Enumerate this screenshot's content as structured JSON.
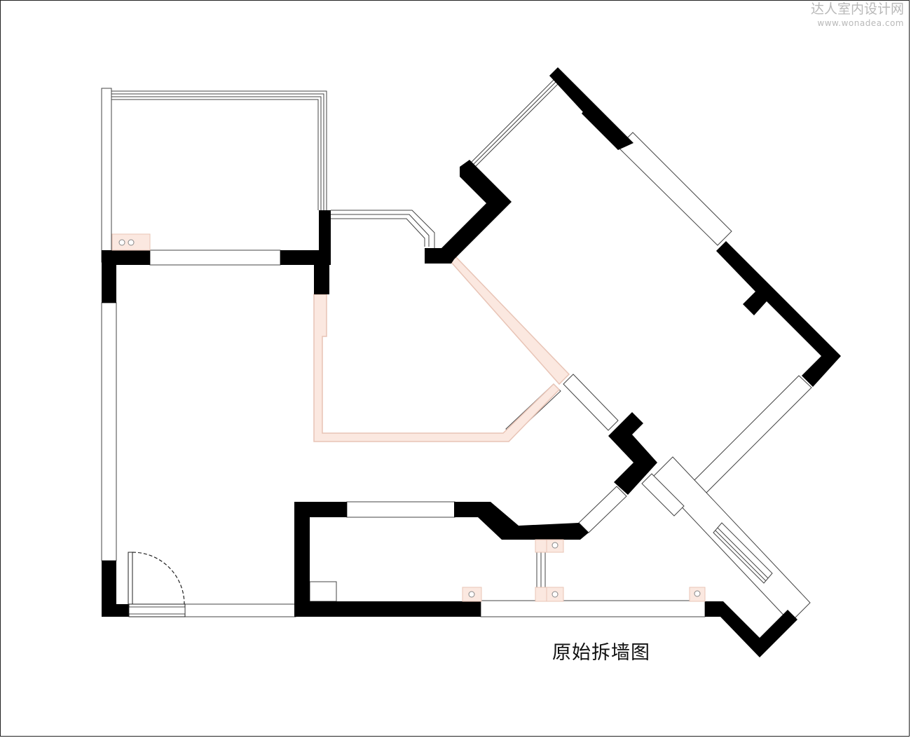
{
  "watermark": {
    "site_name": "达人室内设计网",
    "url": "www.wonadea.com"
  },
  "caption": "原始拆墙图",
  "colors": {
    "wall": "#000000",
    "demolished_wall": "#fbe8e0",
    "demolished_outline": "#e8c4b6",
    "thin_line": "#555555"
  },
  "icons": {
    "outlet": "two-circle-outlet-icon",
    "drain": "circle-drain-icon",
    "door_swing": "door-arc-icon"
  }
}
